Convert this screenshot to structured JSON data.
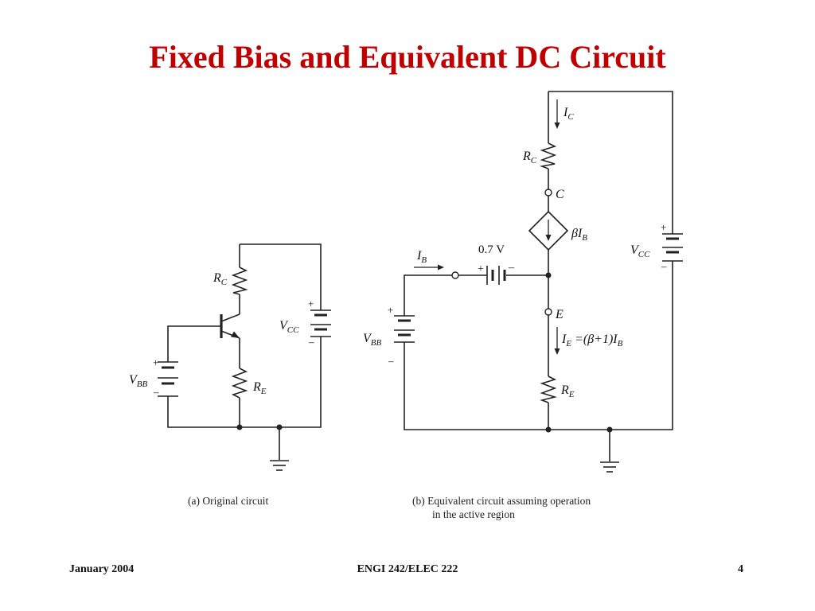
{
  "slide": {
    "title": "Fixed Bias and Equivalent DC Circuit",
    "footer_left": "January 2004",
    "footer_center": "ENGI 242/ELEC 222",
    "footer_right": "4"
  },
  "circuit_a": {
    "caption": "(a) Original circuit",
    "labels": {
      "rc": "R",
      "rc_sub": "C",
      "re": "R",
      "re_sub": "E",
      "vcc": "V",
      "vcc_sub": "CC",
      "vbb": "V",
      "vbb_sub": "BB",
      "plus": "+",
      "minus": "–"
    }
  },
  "circuit_b": {
    "caption_line1": "(b) Equivalent circuit assuming operation",
    "caption_line2": "in the active region",
    "labels": {
      "ic": "I",
      "ic_sub": "C",
      "rc": "R",
      "rc_sub": "C",
      "c": "C",
      "source": "βI",
      "source_sub": "B",
      "ib": "I",
      "ib_sub": "B",
      "vdrop": "0.7 V",
      "e": "E",
      "ie": "I",
      "ie_sub": "E",
      "ie_expr": " =(β+1)I",
      "ie_expr_sub": "B",
      "re": "R",
      "re_sub": "E",
      "vcc": "V",
      "vcc_sub": "CC",
      "vbb": "V",
      "vbb_sub": "BB",
      "plus": "+",
      "minus": "–"
    }
  }
}
